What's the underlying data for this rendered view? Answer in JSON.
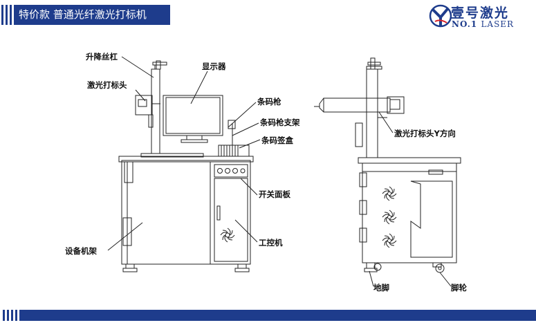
{
  "header": {
    "title": "特价款  普通光纤激光打标机",
    "logo_cn": "壹号激光",
    "logo_en_main": "NO.1",
    "logo_en_sub": "LASER"
  },
  "labels": {
    "lift_screw": "升降丝杠",
    "laser_head": "激光打标头",
    "display": "显示器",
    "barcode_gun": "条码枪",
    "barcode_gun_stand": "条码枪支架",
    "barcode_box": "条码签盒",
    "switch_panel": "开关面板",
    "equipment_frame": "设备机架",
    "industrial_pc": "工控机",
    "laser_head_y": "激光打标头Y方向",
    "foot": "地脚",
    "caster": "脚轮"
  },
  "colors": {
    "brand_blue": "#1e3c8c",
    "line": "#222222"
  }
}
